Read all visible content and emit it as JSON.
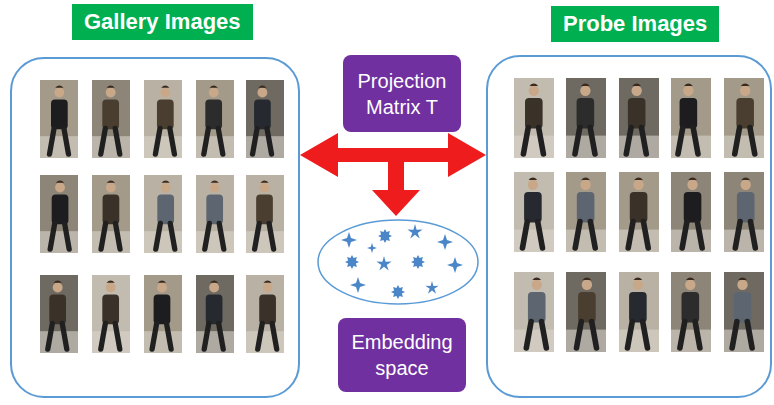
{
  "diagram": {
    "nodes": [
      {
        "text": [
          "Gallery Images"
        ]
      },
      {
        "text": [
          "Probe Images"
        ]
      },
      {
        "text": [
          "Projection Matrix T"
        ]
      },
      {
        "text": [
          "Embedding space"
        ]
      }
    ],
    "edges": [
      {
        "from": 0,
        "to": 1,
        "arrow": "both"
      }
    ]
  }
}
